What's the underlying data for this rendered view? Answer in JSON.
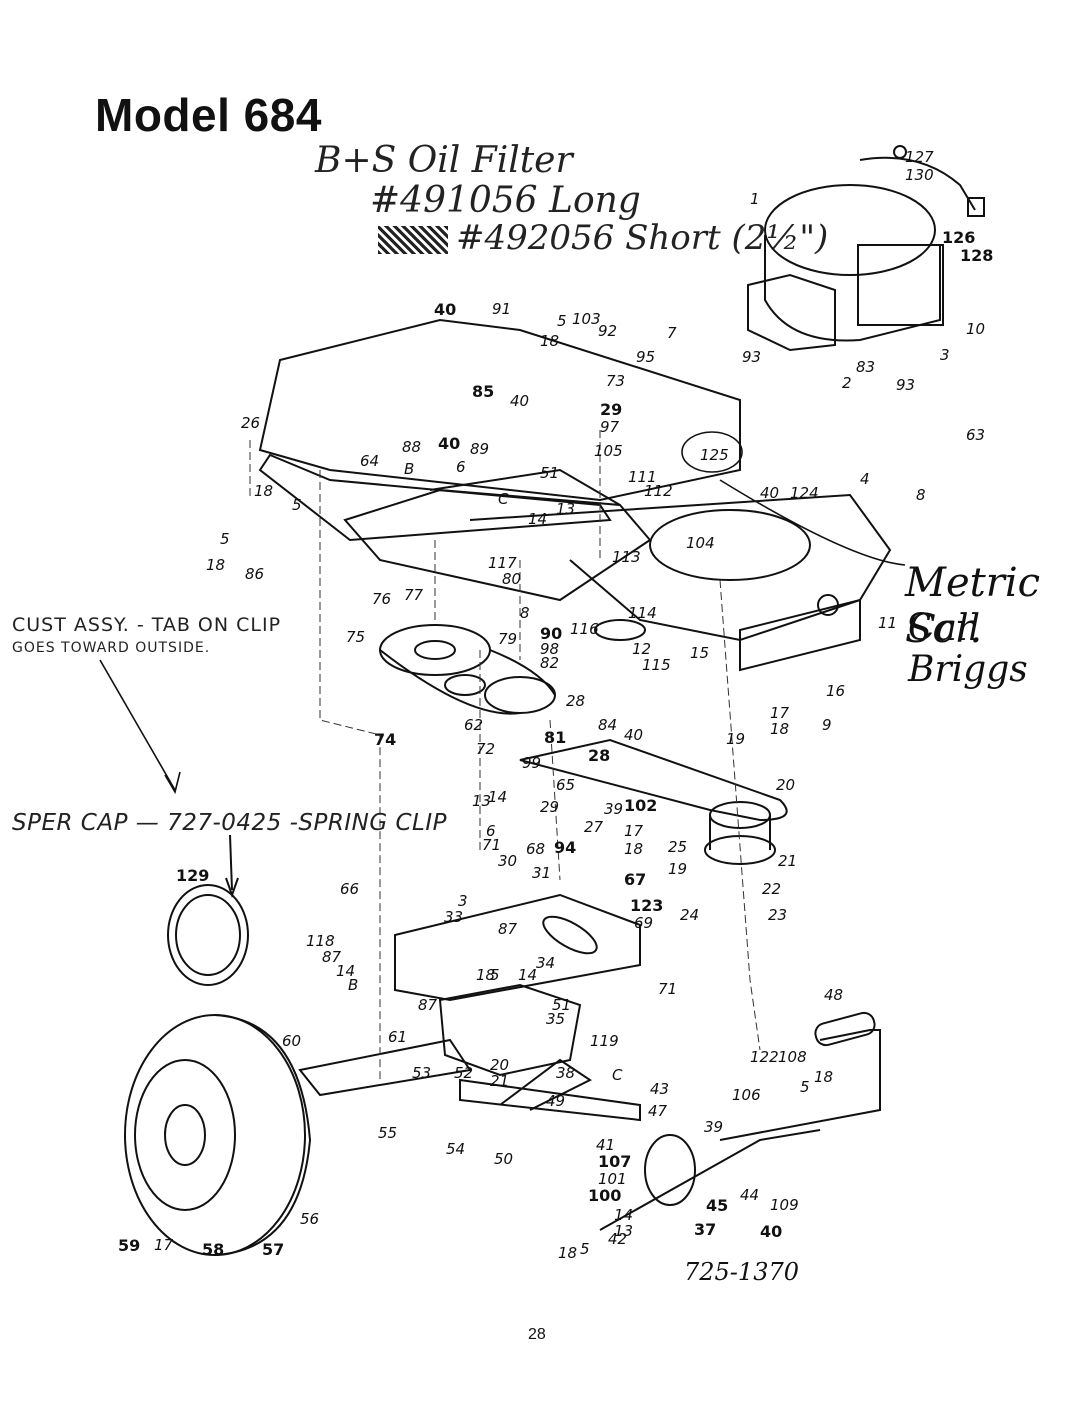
{
  "title": "Model 684",
  "handwritten_notes": {
    "line1": "B+S Oil Filter",
    "line2": "#491056 Long",
    "line3": "#492056 Short (2½\")",
    "metric": "Metric Scr.",
    "call": "Call Briggs"
  },
  "notes": {
    "cust_assy": "CUST ASSY. - TAB ON CLIP",
    "goes_toward": "GOES TOWARD OUTSIDE.",
    "sper_cap": "SPER CAP — 727-0425 -SPRING CLIP",
    "part_725": "725-1370"
  },
  "page_number": "28",
  "callouts": [
    "127",
    "130",
    "1",
    "126",
    "128",
    "40",
    "91",
    "5",
    "103",
    "92",
    "7",
    "10",
    "18",
    "95",
    "93",
    "83",
    "3",
    "85",
    "73",
    "2",
    "26",
    "40",
    "29",
    "97",
    "93",
    "63",
    "88",
    "40",
    "89",
    "6",
    "105",
    "125",
    "64",
    "B",
    "51",
    "111",
    "4",
    "8",
    "18",
    "5",
    "C",
    "112",
    "40",
    "124",
    "13",
    "14",
    "104",
    "5",
    "18",
    "86",
    "117",
    "113",
    "80",
    "11",
    "76",
    "77",
    "8",
    "114",
    "75",
    "79",
    "90",
    "116",
    "12",
    "15",
    "98",
    "82",
    "115",
    "16",
    "28",
    "74",
    "62",
    "84",
    "40",
    "81",
    "9",
    "17",
    "18",
    "72",
    "99",
    "28",
    "19",
    "65",
    "20",
    "13",
    "14",
    "29",
    "39",
    "102",
    "6",
    "71",
    "27",
    "17",
    "25",
    "18",
    "94",
    "30",
    "68",
    "19",
    "21",
    "129",
    "31",
    "67",
    "66",
    "3",
    "22",
    "123",
    "23",
    "24",
    "33",
    "69",
    "118",
    "87",
    "87",
    "14",
    "18",
    "5",
    "14",
    "34",
    "B",
    "87",
    "71",
    "48",
    "51",
    "35",
    "60",
    "61",
    "119",
    "122",
    "108",
    "53",
    "52",
    "20",
    "21",
    "38",
    "C",
    "5",
    "18",
    "43",
    "106",
    "49",
    "47",
    "55",
    "54",
    "50",
    "39",
    "41",
    "107",
    "45",
    "44",
    "109",
    "101",
    "100",
    "14",
    "13",
    "37",
    "40",
    "56",
    "42",
    "59",
    "17",
    "58",
    "57",
    "18",
    "5"
  ]
}
